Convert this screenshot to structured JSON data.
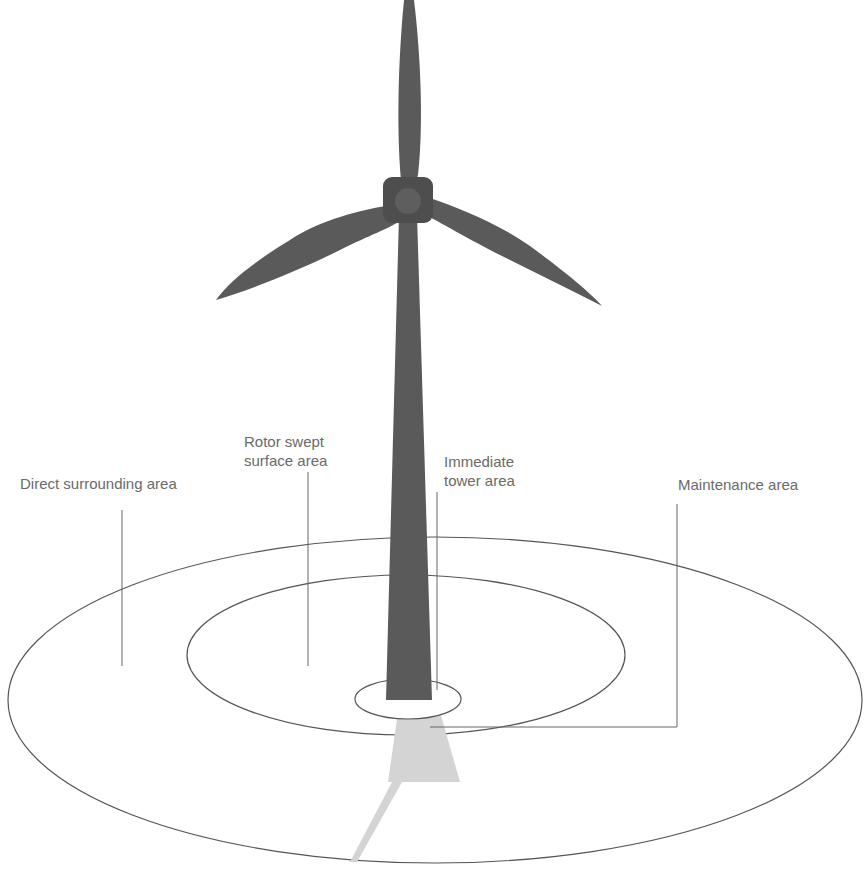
{
  "diagram": {
    "labels": [
      "Direct surrounding area",
      "Rotor swept surface area",
      "Immediate tower area",
      "Maintenance area"
    ]
  }
}
